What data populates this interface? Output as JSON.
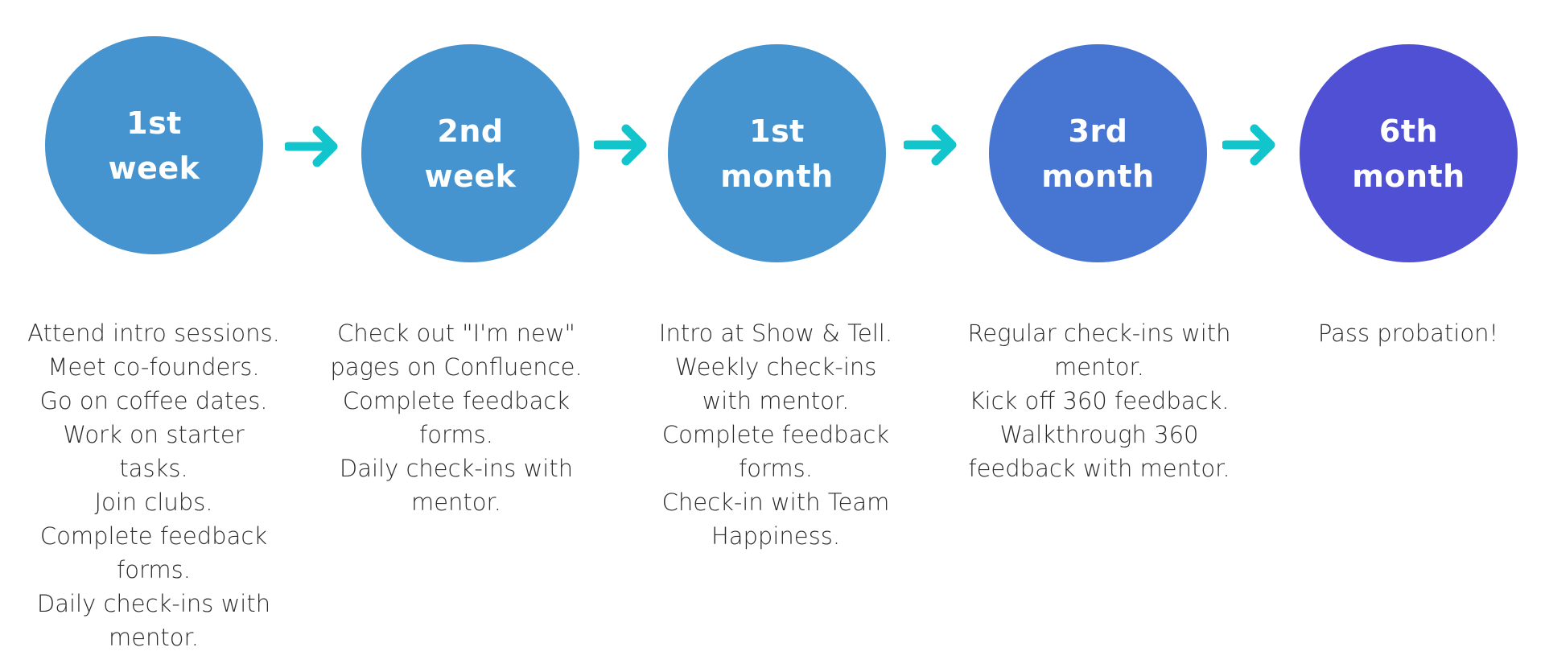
{
  "colors": {
    "circle_1": "#4594cf",
    "circle_2": "#4594cf",
    "circle_3": "#4594cf",
    "circle_4": "#4775d2",
    "circle_5": "#5050d4",
    "arrow": "#12c4cc",
    "text": "#2b2b2b"
  },
  "stages": [
    {
      "line1": "1st",
      "line2": "week",
      "desc": [
        "Attend intro sessions.",
        "Meet co-founders.",
        "Go on coffee dates.",
        "Work on starter",
        "tasks.",
        "Join clubs.",
        "Complete feedback",
        "forms.",
        "Daily check-ins with",
        "mentor."
      ]
    },
    {
      "line1": "2nd",
      "line2": "week",
      "desc": [
        "Check out \"I'm new\"",
        "pages on Confluence.",
        "Complete feedback",
        "forms.",
        "Daily check-ins with",
        "mentor."
      ]
    },
    {
      "line1": "1st",
      "line2": "month",
      "desc": [
        "Intro at Show & Tell.",
        "Weekly check-ins",
        "with mentor.",
        "Complete feedback",
        "forms.",
        "Check-in with Team",
        "Happiness."
      ]
    },
    {
      "line1": "3rd",
      "line2": "month",
      "desc": [
        "Regular check-ins with",
        "mentor.",
        "Kick off 360 feedback.",
        "Walkthrough 360",
        "feedback with mentor."
      ]
    },
    {
      "line1": "6th",
      "line2": "month",
      "desc": [
        "Pass probation!"
      ]
    }
  ],
  "arrow_icon": "arrow-right-icon"
}
